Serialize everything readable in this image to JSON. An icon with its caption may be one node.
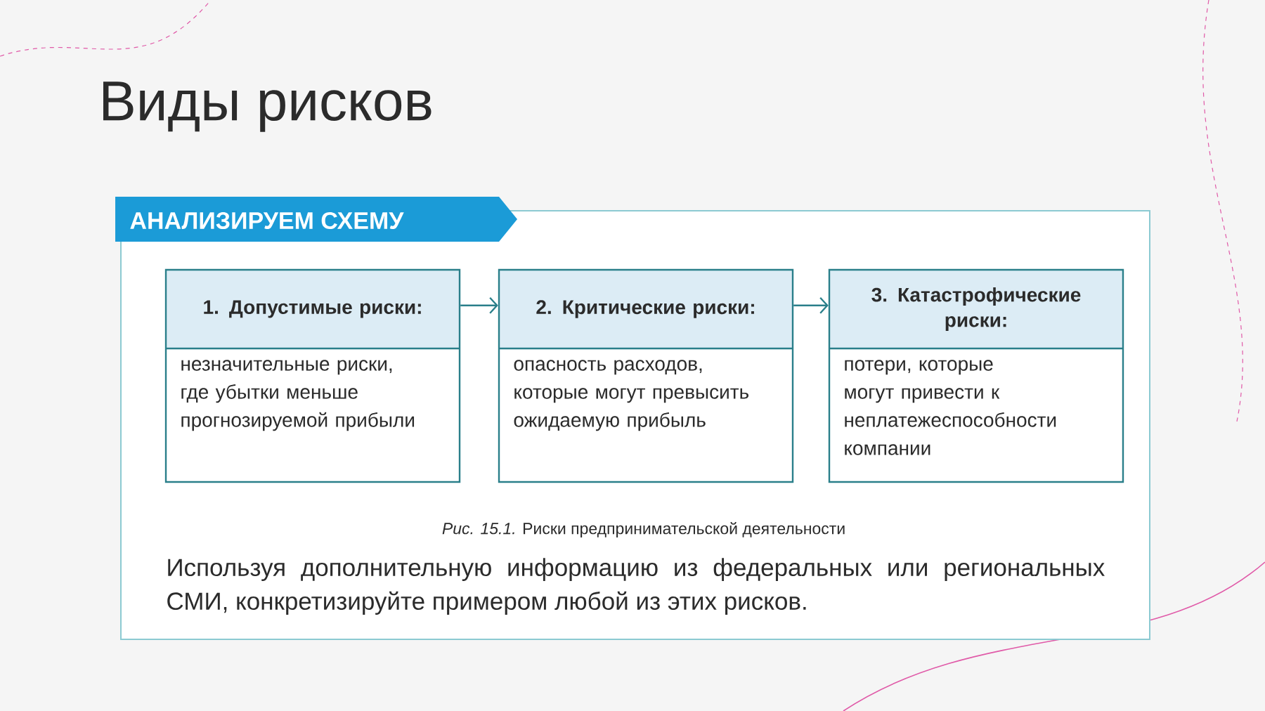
{
  "diagram": {
    "title": "Виды рисков",
    "caption": "*Рис. 15.1.* Риски предпринимательской деятельности",
    "nodes": [
      {
        "text": [
          "1. Допустимые риски:",
          "незначительные риски, где убытки меньше прогнозируемой прибыли"
        ]
      },
      {
        "text": [
          "2. Критические риски:",
          "опасность расходов, которые могут превысить ожидаемую прибыль"
        ]
      },
      {
        "text": [
          "3. Катастрофические риски:",
          "потери, которые могут привести к неплатежеспособности компании"
        ]
      }
    ],
    "edges": [
      {
        "from": 0,
        "to": 1,
        "arrow": "to"
      },
      {
        "from": 1,
        "to": 2,
        "arrow": "to"
      }
    ],
    "labels": [
      "АНАЛИЗИРУЕМ СХЕМУ",
      "Используя дополнительную информацию из федеральных или региональных СМИ, конкретизируйте примером любой из этих рисков."
    ]
  }
}
